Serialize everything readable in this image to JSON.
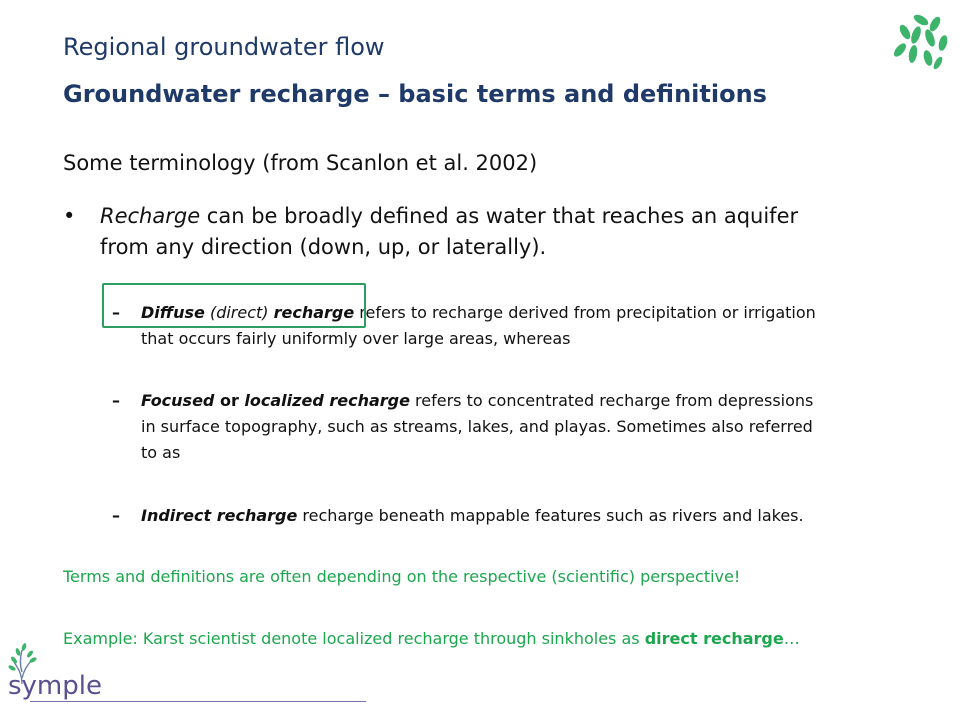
{
  "header": {
    "subtitle": "Regional groundwater flow",
    "title": "Groundwater recharge – basic terms and definitions"
  },
  "intro": "Some terminology (from Scanlon et al. 2002)",
  "bullet": {
    "marker": "•",
    "term": "Recharge",
    "rest": " can be broadly defined as water that reaches an aquifer from any direction (down, up, or laterally)."
  },
  "subitems": [
    {
      "marker": "–",
      "term1": "Diffuse",
      "term_mid": " (direct) ",
      "term2": "recharge",
      "rest": " refers to recharge derived from precipitation or irrigation that occurs fairly uniformly over large areas, whereas"
    },
    {
      "marker": "–",
      "term1": "Focused",
      "term_mid": " or ",
      "term2": "localized recharge",
      "rest": " refers to concentrated recharge from depressions in surface topography, such as streams, lakes, and playas. Sometimes also referred  to as"
    },
    {
      "marker": "–",
      "term1": "Indirect recharge",
      "rest": " recharge beneath mappable features such as rivers and lakes."
    }
  ],
  "notes": {
    "note1": "Terms and definitions are often depending on the respective (scientific) perspective!",
    "note2_prefix": "Example: Karst scientist denote localized recharge through sinkholes as ",
    "note2_bold": "direct recharge",
    "note2_suffix": "…"
  },
  "logos": {
    "top_right_icon": "leaf-cluster-icon",
    "bottom_left_text": "symple"
  },
  "colors": {
    "title": "#1f3a68",
    "green_text": "#1ca64e",
    "highlight_border": "#2e9e60",
    "logo_green": "#3db36b",
    "symple_text": "#5a5090"
  }
}
